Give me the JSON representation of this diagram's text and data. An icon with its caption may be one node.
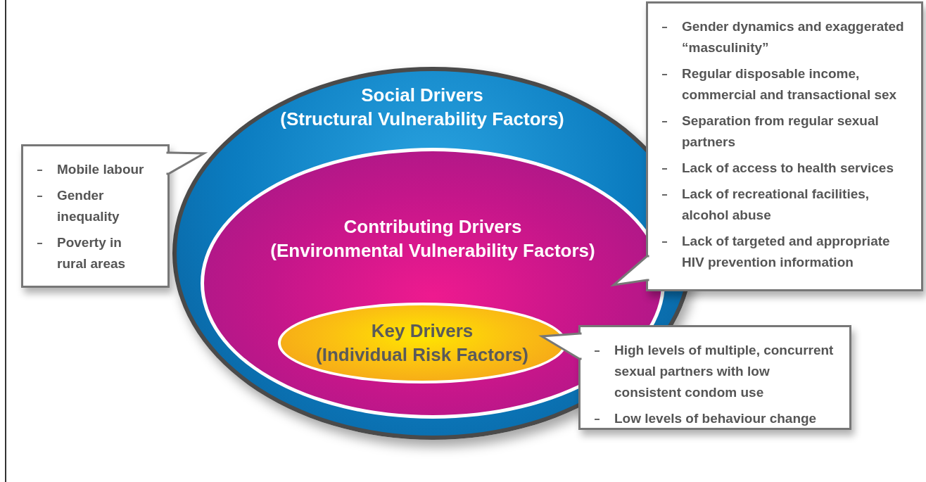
{
  "diagram": {
    "nodes": [
      {
        "text": [
          "Social Drivers",
          "(Structural Vulnerability Factors)"
        ]
      },
      {
        "text": [
          "Contributing Drivers",
          "(Environmental Vulnerability Factors)"
        ],
        "in": 0
      },
      {
        "text": [
          "Key Drivers",
          "(Individual Risk Factors)"
        ],
        "in": 1
      },
      {
        "text": [
          "Mobile labour",
          "Gender inequality",
          "Poverty in rural areas"
        ]
      },
      {
        "text": [
          "Gender dynamics and exaggerated “masculinity”",
          "Regular disposable income, commercial and transactional sex",
          "Separation from regular sexual partners",
          "Lack of access to health services",
          "Lack of recreational facilities, alcohol abuse",
          "Lack of targeted and appropriate HIV prevention information"
        ]
      },
      {
        "text": [
          "High levels of multiple, concurrent sexual partners with low consistent condom use",
          "Low levels of behaviour change"
        ]
      }
    ],
    "edges": [
      {
        "from": 3,
        "to": 0,
        "arrow": "to"
      },
      {
        "from": 4,
        "to": 1,
        "arrow": "to"
      },
      {
        "from": 5,
        "to": 2,
        "arrow": "to"
      }
    ]
  }
}
